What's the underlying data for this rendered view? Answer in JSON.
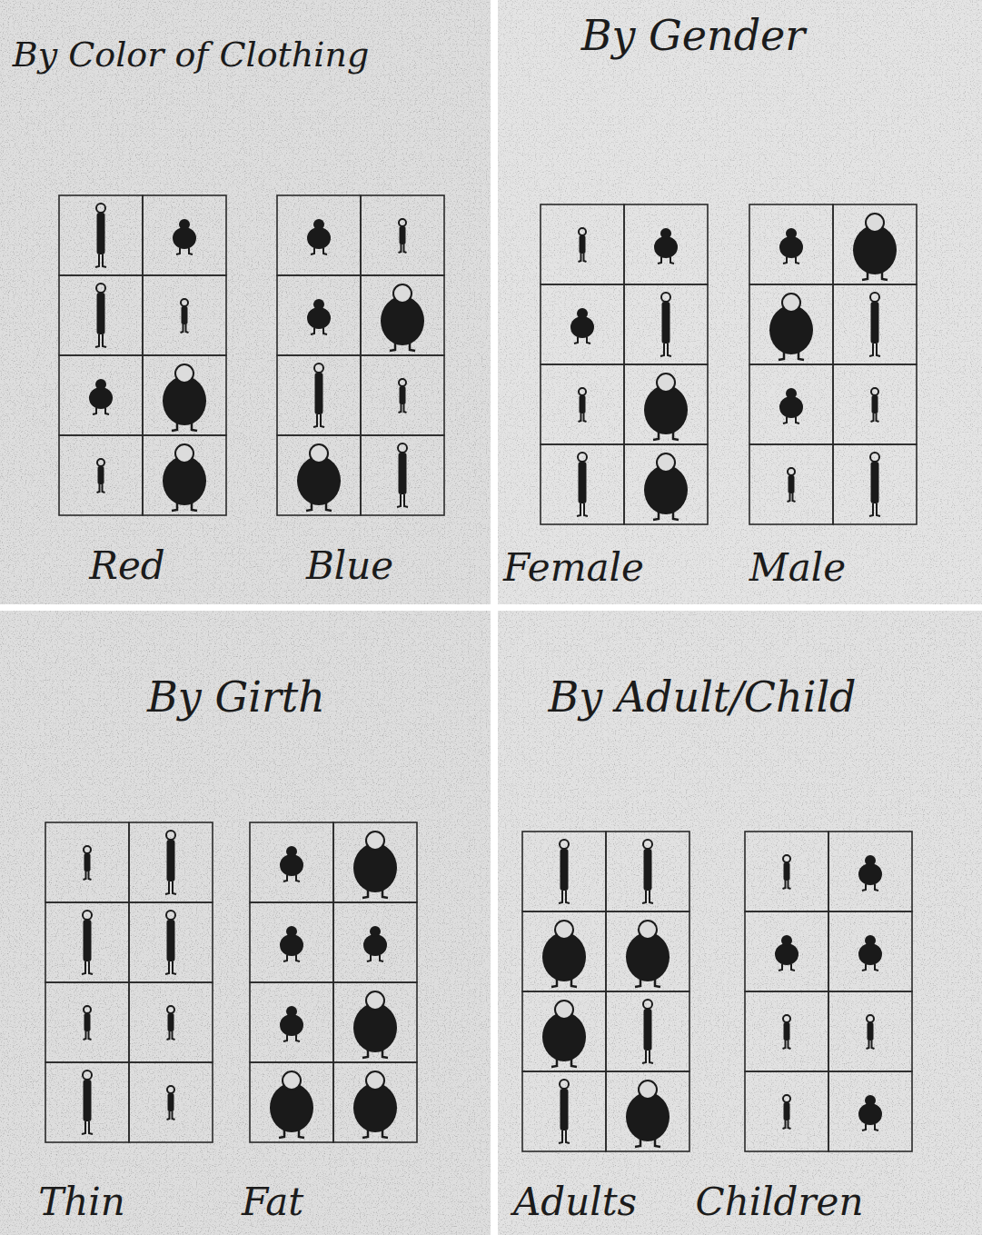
{
  "diagram": {
    "nodes": [
      {
        "text": [
          "By Color of Clothing",
          "Red",
          "Blue"
        ]
      },
      {
        "text": [
          "By Gender",
          "Female",
          "Male"
        ]
      },
      {
        "text": [
          "By Girth",
          "Thin",
          "Fat"
        ]
      },
      {
        "text": [
          "By Adult/Child",
          "Adults",
          "Children"
        ]
      }
    ]
  }
}
